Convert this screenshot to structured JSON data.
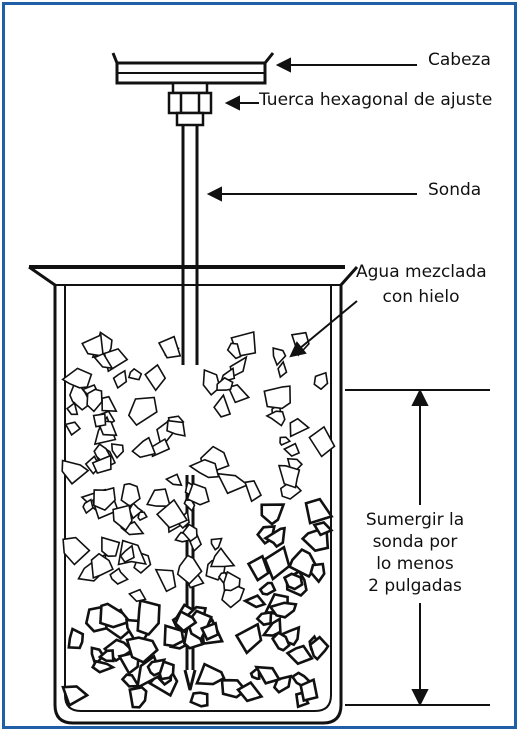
{
  "labels": {
    "head": "Cabeza",
    "nut": "Tuerca hexagonal de ajuste",
    "probe": "Sonda",
    "ice_water_line1": "Agua mezclada",
    "ice_water_line2": "con hielo",
    "immerse_line1": "Sumergir la",
    "immerse_line2": "sonda por",
    "immerse_line3": "lo menos",
    "immerse_line4": "2 pulgadas"
  },
  "colors": {
    "frame_border": "#1f5fa8",
    "line": "#111111"
  }
}
